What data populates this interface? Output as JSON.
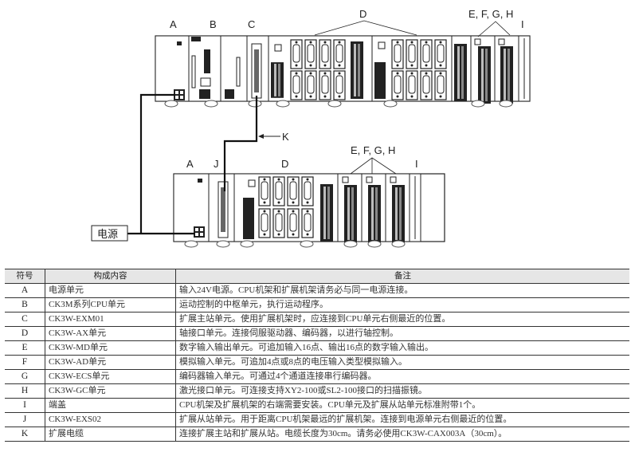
{
  "diagram": {
    "upper_rack_labels": [
      "A",
      "B",
      "C",
      "D",
      "E, F, G, H",
      "I"
    ],
    "lower_rack_labels": [
      "A",
      "J",
      "D",
      "E, F, G, H",
      "I"
    ],
    "cable_label": "K",
    "power_supply_label": "电源"
  },
  "table": {
    "headers": [
      "符号",
      "构成内容",
      "备注"
    ],
    "rows": [
      {
        "symbol": "A",
        "name": "电源单元",
        "note": "输入24V电源。CPU机架和扩展机架请务必与同一电源连接。"
      },
      {
        "symbol": "B",
        "name": "CK3M系列CPU单元",
        "note": "运动控制的中枢单元，执行运动程序。"
      },
      {
        "symbol": "C",
        "name": "CK3W-EXM01",
        "note": "扩展主站单元。使用扩展机架时，应连接到CPU单元右侧最近的位置。"
      },
      {
        "symbol": "D",
        "name": "CK3W-AX单元",
        "note": "轴接口单元。连接伺服驱动器、编码器，以进行轴控制。"
      },
      {
        "symbol": "E",
        "name": "CK3W-MD单元",
        "note": "数字输入输出单元。可追加输入16点、输出16点的数字输入输出。"
      },
      {
        "symbol": "F",
        "name": "CK3W-AD单元",
        "note": "模拟输入单元。可追加4点或8点的电压输入类型模拟输入。"
      },
      {
        "symbol": "G",
        "name": "CK3W-ECS单元",
        "note": "编码器输入单元。可通过4个通道连接串行编码器。"
      },
      {
        "symbol": "H",
        "name": "CK3W-GC单元",
        "note": "激光接口单元。可连接支持XY2-100或SL2-100接口的扫描振镜。"
      },
      {
        "symbol": "I",
        "name": "端盖",
        "note": "CPU机架及扩展机架的右端需要安装。CPU单元及扩展从站单元标准附带1个。"
      },
      {
        "symbol": "J",
        "name": "CK3W-EXS02",
        "note": "扩展从站单元。用于距离CPU机架最远的扩展机架。连接到电源单元右侧最近的位置。"
      },
      {
        "symbol": "K",
        "name": "扩展电缆",
        "note": "连接扩展主站和扩展从站。电缆长度为30cm。请务必使用CK3W-CAX003A（30cm）。"
      }
    ]
  }
}
